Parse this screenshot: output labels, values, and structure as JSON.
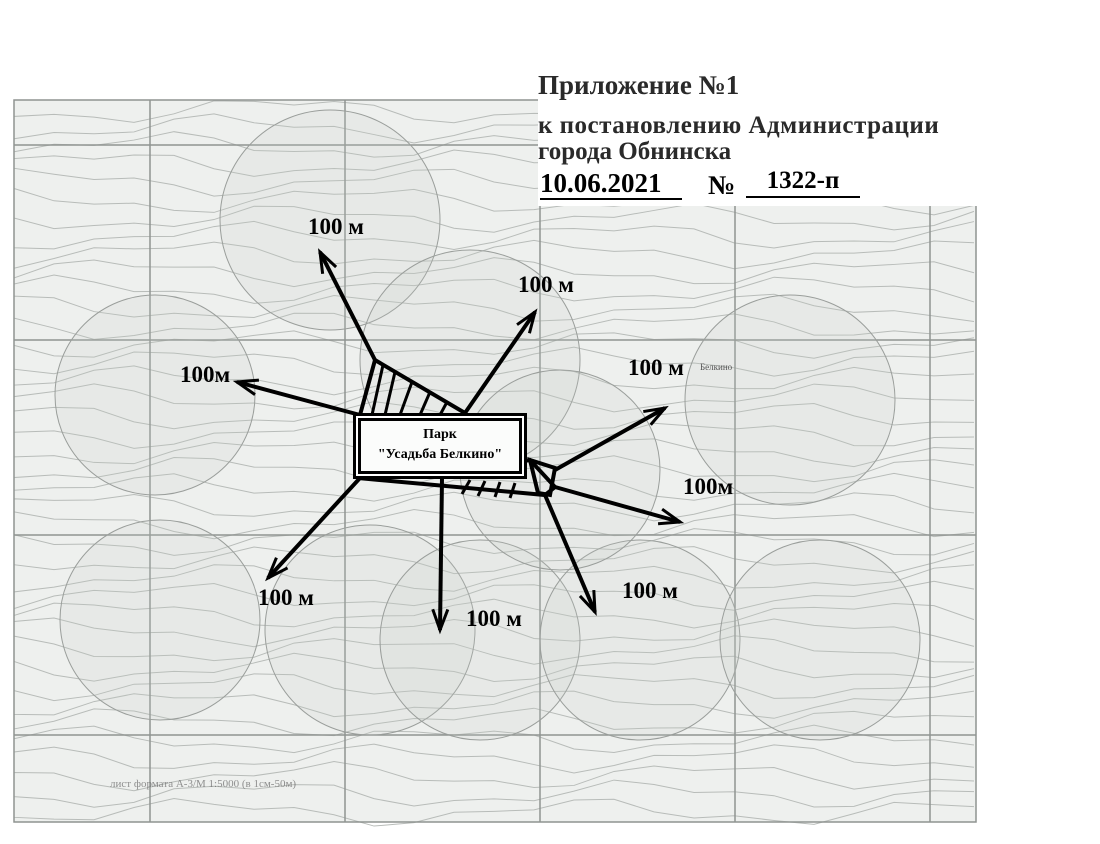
{
  "header": {
    "line1": "Приложение №1",
    "line2": "к постановлению  Администрации",
    "line3": "города  Обнинска",
    "date": "10.06.2021",
    "number_sign": "№",
    "number": "1322-п"
  },
  "park": {
    "line1": "Парк",
    "line2": "\"Усадьба Белкино\""
  },
  "distance_labels": [
    "100 м",
    "100 м",
    "100м",
    "100 м",
    "100м",
    "100 м",
    "100 м",
    "100 м"
  ],
  "map": {
    "place_label": "Белкино",
    "footer": "лист формата А-3/М 1:5000 (в 1см-50м)"
  },
  "colors": {
    "map_paper": "#eef0ee",
    "map_lines": "#8a8f8c",
    "ink": "#000000"
  }
}
